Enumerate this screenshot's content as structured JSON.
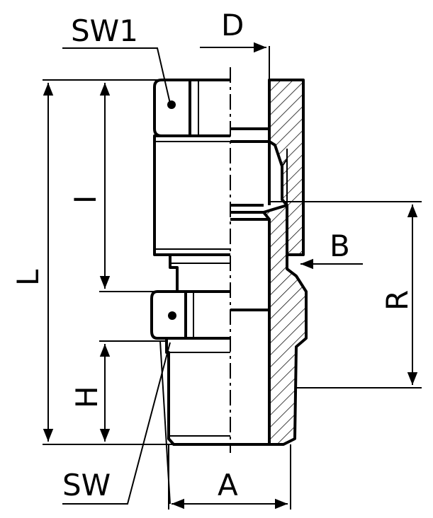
{
  "labels": {
    "sw1": "SW1",
    "d": "D",
    "l": "L",
    "i": "I",
    "b": "B",
    "r": "R",
    "h": "H",
    "sw": "SW",
    "a": "A"
  },
  "colors": {
    "line": "#000000",
    "background": "#ffffff"
  }
}
